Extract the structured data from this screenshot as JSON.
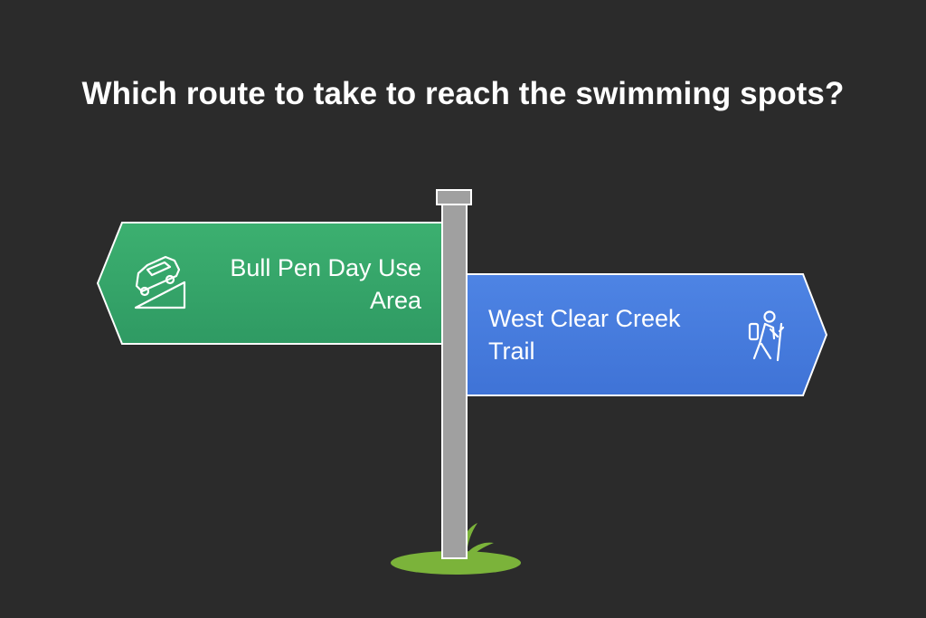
{
  "title": "Which route to take to reach the swimming spots?",
  "signs": [
    {
      "label_line1": "Bull Pen Day Use",
      "label_line2": "Area",
      "icon": "car-on-slope-icon",
      "color": "#3dab73",
      "direction": "left"
    },
    {
      "label_line1": "West Clear Creek",
      "label_line2": "Trail",
      "icon": "hiker-icon",
      "color": "#4a7fdd",
      "direction": "right"
    }
  ],
  "colors": {
    "background": "#2b2b2b",
    "post": "#a0a0a0",
    "grass": "#7bb33a"
  }
}
